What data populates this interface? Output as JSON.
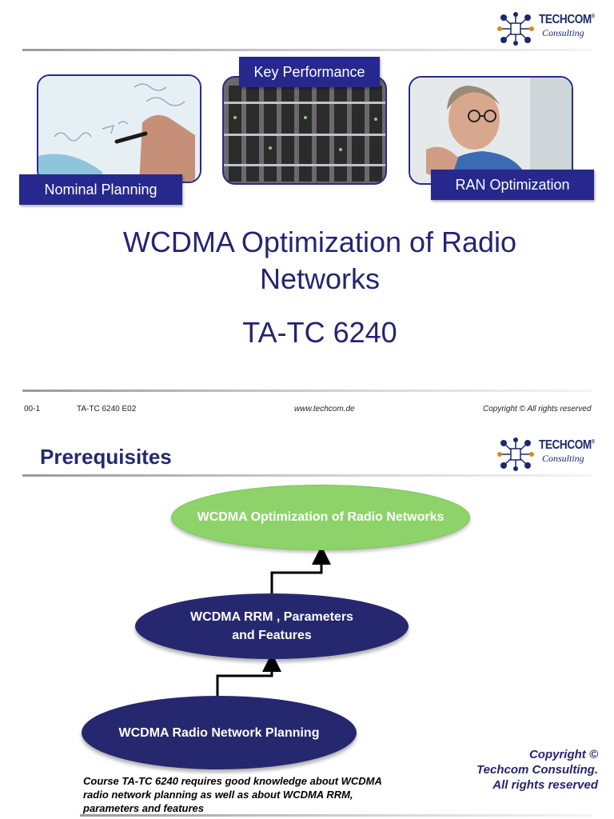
{
  "slide1": {
    "logo": {
      "brand": "TECHCOM",
      "registered": "®",
      "sub": "Consulting"
    },
    "labels": {
      "nominal_planning": "Nominal Planning",
      "key_performance": "Key Performance",
      "ran_optimization": "RAN Optimization"
    },
    "title_line1": "WCDMA Optimization of Radio",
    "title_line2": "Networks",
    "course_code": "TA-TC 6240"
  },
  "footer": {
    "page": "00-1",
    "doc": "TA-TC 6240 E02",
    "url": "www.techcom.de",
    "copyright": "Copyright ©  All rights reserved"
  },
  "slide2": {
    "heading": "Prerequisites",
    "logo": {
      "brand": "TECHCOM",
      "registered": "®",
      "sub": "Consulting"
    },
    "nodes": {
      "top": "WCDMA Optimization of Radio Networks",
      "middle_line1": "WCDMA RRM , Parameters",
      "middle_line2": "and Features",
      "bottom": "WCDMA Radio Network Planning"
    },
    "note_line1": "Course TA-TC 6240 requires good knowledge about WCDMA",
    "note_line2": "radio network planning as well as about WCDMA RRM,",
    "note_line3": "parameters and features",
    "copyright_line1": "Copyright ©",
    "copyright_line2": "Techcom Consulting.",
    "copyright_line3": "All rights reserved"
  },
  "colors": {
    "navy": "#26288e",
    "title": "#25256e",
    "green": "#8dd36a"
  }
}
